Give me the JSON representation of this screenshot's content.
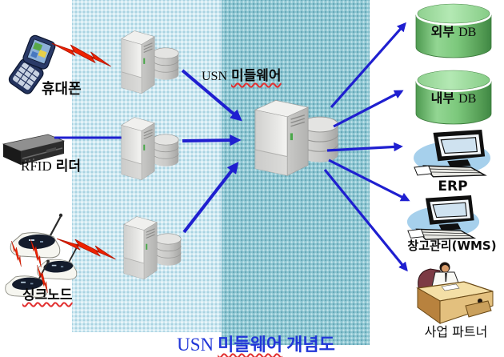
{
  "diagram": {
    "title": {
      "latin": "USN",
      "underlined": "미들웨어",
      "rest": "개념도"
    },
    "caption": {
      "latin": "USN",
      "korean": "미들웨어"
    },
    "sources": {
      "phone": "휴대폰",
      "rfid_latin": "RFID",
      "rfid_korean": "리더",
      "sink": "싱크노드"
    },
    "targets": {
      "external_db_ko": "외부",
      "external_db_latin": "DB",
      "internal_db_ko": "내부",
      "internal_db_latin": "DB",
      "erp": "ERP",
      "wms": "창고관리(WMS)",
      "partner": "사업 파트너"
    },
    "colors": {
      "arrow_blue": "#1f1fd0",
      "title_blue": "#2136d8",
      "band_light": "#cde8f1",
      "band_teal": "#8ec6d2",
      "db_green": "#7cc87c",
      "lightning_red": "#ee2200"
    }
  }
}
